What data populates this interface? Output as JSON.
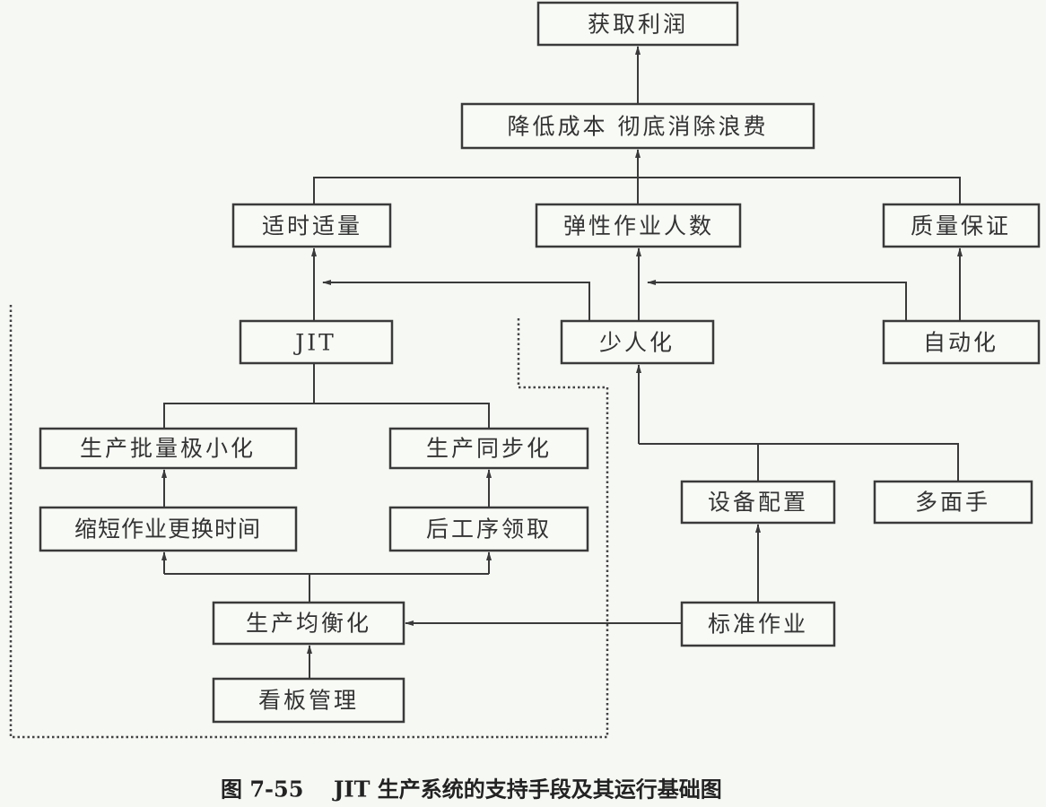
{
  "nodes": {
    "profit": "获取利润",
    "reduce_cost": "降低成本 彻底消除浪费",
    "right_time_qty": "适时适量",
    "flexible_staff": "弹性作业人数",
    "quality": "质量保证",
    "jit": "JIT",
    "fewer_people": "少人化",
    "automation": "自动化",
    "small_batch": "生产批量极小化",
    "sync": "生产同步化",
    "short_changeover": "缩短作业更换时间",
    "pull": "后工序领取",
    "equipment_layout": "设备配置",
    "multi_skill": "多面手",
    "leveling": "生产均衡化",
    "standard_work": "标准作业",
    "kanban": "看板管理"
  },
  "caption": {
    "figure_no": "图 7-55",
    "title": "JIT 生产系统的支持手段及其运行基础图"
  },
  "colors": {
    "line": "#3a3a3a",
    "background": "#f5f8f3"
  }
}
